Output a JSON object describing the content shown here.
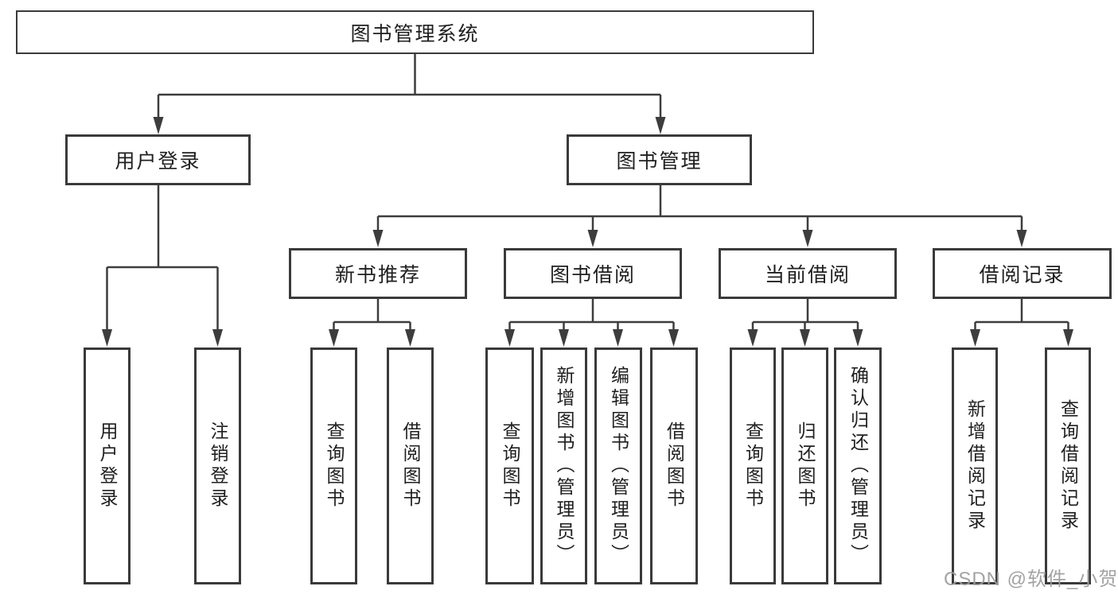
{
  "diagram": {
    "root": {
      "label": "图书管理系统"
    },
    "level2": [
      {
        "label": "用户登录"
      },
      {
        "label": "图书管理"
      }
    ],
    "level3": [
      {
        "label": "新书推荐"
      },
      {
        "label": "图书借阅"
      },
      {
        "label": "当前借阅"
      },
      {
        "label": "借阅记录"
      }
    ],
    "leaves": [
      {
        "label": "用户登录"
      },
      {
        "label": "注销登录"
      },
      {
        "label": "查询图书"
      },
      {
        "label": "借阅图书"
      },
      {
        "label": "查询图书"
      },
      {
        "label": "新增图书（管理员）"
      },
      {
        "label": "编辑图书（管理员）"
      },
      {
        "label": "借阅图书"
      },
      {
        "label": "查询图书"
      },
      {
        "label": "归还图书"
      },
      {
        "label": "确认归还（管理员）"
      },
      {
        "label": "新增借阅记录"
      },
      {
        "label": "查询借阅记录"
      }
    ]
  },
  "watermark": "CSDN @软件_小贺同学",
  "colors": {
    "line": "#3d3d3d",
    "border": "#3a3a3a",
    "text": "#1f1f1f",
    "watermark": "#9e9e9e",
    "background": "#ffffff"
  }
}
